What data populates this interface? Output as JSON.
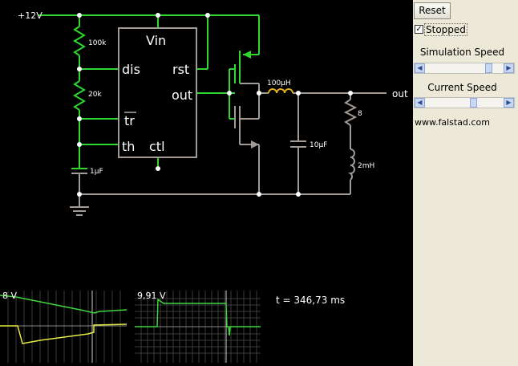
{
  "controls": {
    "reset_label": "Reset",
    "stopped_label": "Stopped",
    "stopped_checked": true,
    "sim_speed_label": "Simulation Speed",
    "sim_speed_value": 0.82,
    "current_speed_label": "Current Speed",
    "current_speed_value": 0.62,
    "website": "www.falstad.com"
  },
  "circuit": {
    "supply": "+12V",
    "chip": {
      "vin": "Vin",
      "dis": "dis",
      "rst": "rst",
      "out": "out",
      "tr": "tr",
      "th": "th",
      "ctl": "ctl"
    },
    "r1": "100k",
    "r2": "20k",
    "c1": "1μF",
    "inductor1": "100μH",
    "c2": "10μF",
    "r_load": "8",
    "l_load": "2mH",
    "output": "out"
  },
  "scopes": {
    "scope1_value": "8 V",
    "scope2_value": "9,91 V",
    "time": "t = 346,73 ms"
  },
  "colors": {
    "live": "#2ed62e",
    "ground": "#a19a95",
    "canvas_bg": "#000000",
    "trace_yellow": "#e8e844",
    "trace_green": "#3dd63d"
  }
}
